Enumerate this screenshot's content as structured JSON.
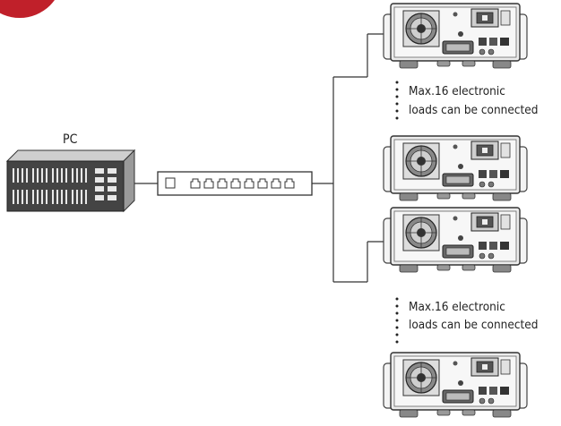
{
  "pc": {
    "label": "PC"
  },
  "note_top": {
    "line1": "Max.16 electronic",
    "line2": "loads can be connected"
  },
  "note_bottom": {
    "line1": "Max.16 electronic",
    "line2": "loads can be connected"
  },
  "colors": {
    "accent_corner": "#c0202a",
    "device_dark": "#3a3a3a",
    "line": "#333333",
    "metal": "#9a9a9a"
  },
  "icons": {
    "pc": "desktop-computer-icon",
    "switch": "network-switch-icon",
    "load": "electronic-load-rear-icon"
  }
}
